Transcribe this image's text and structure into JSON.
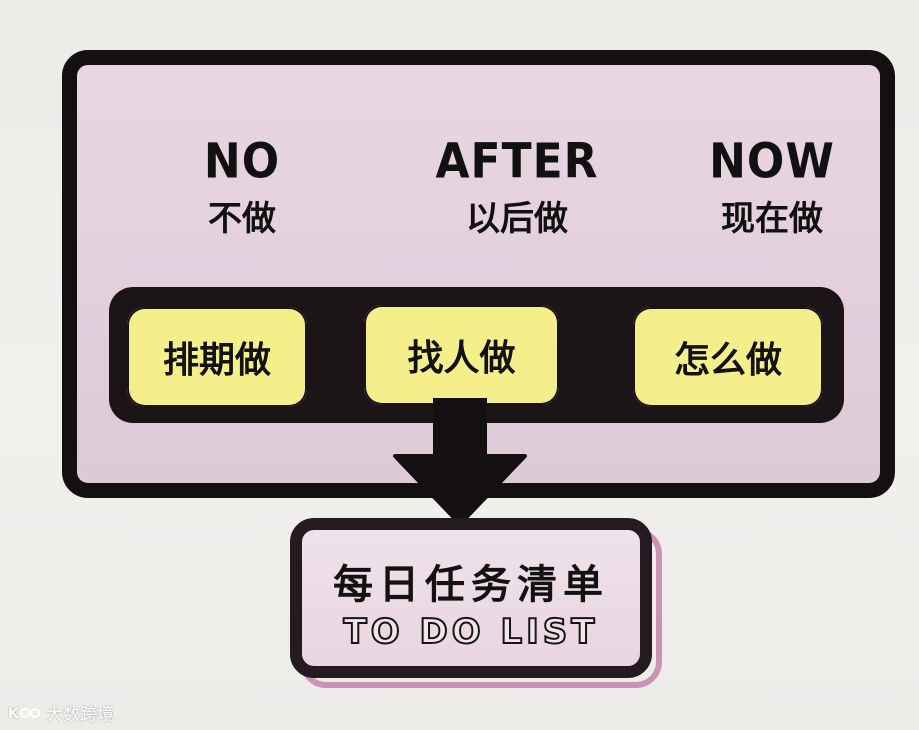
{
  "columns": [
    {
      "en": "NO",
      "zh": "不做"
    },
    {
      "en": "AFTER",
      "zh": "以后做"
    },
    {
      "en": "NOW",
      "zh": "现在做"
    }
  ],
  "actions": [
    {
      "label": "排期做"
    },
    {
      "label": "找人做"
    },
    {
      "label": "怎么做"
    }
  ],
  "result": {
    "zh": "每日任务清单",
    "en": "TO DO LIST"
  },
  "watermark": {
    "text": "大数跨境"
  },
  "colors": {
    "outline": "#141012",
    "panel": "#e6d3df",
    "highlight": "#f4ef8a",
    "background": "#eeede9"
  }
}
